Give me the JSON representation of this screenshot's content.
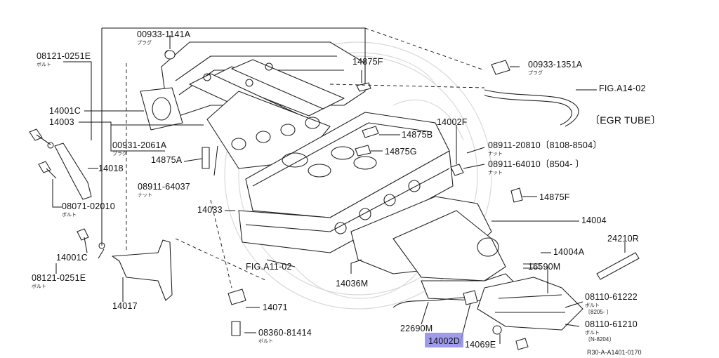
{
  "labels": {
    "p_0093311141A": "00933-1141A",
    "p_0093311141A_sub": "プラグ",
    "p_0812102511E_top": "08121-0251E",
    "p_0812102511E_top_sub": "ボルト",
    "p_14875F_top": "14875F",
    "p_0093313511A": "00933-1351A",
    "p_0093313511A_sub": "プラグ",
    "fig_a14": "FIG.A14-02",
    "egr_tube": "〔EGR TUBE〕",
    "p_14001C_top": "14001C",
    "p_14003": "14003",
    "p_0093120611A": "00931-2061A",
    "p_0093120611A_sub": "プラグ",
    "p_14875B": "14875B",
    "p_14875G": "14875G",
    "p_14002F": "14002F",
    "p_14875A": "14875A",
    "p_14018": "14018",
    "p_0891120810": "08911-20810〔8108-8504〕",
    "p_0891120810_sub": "ナット",
    "p_0891164010": "08911-64010〔8504-  〕",
    "p_0891164010_sub": "ナット",
    "p_0891164037": "08911-64037",
    "p_0891164037_sub": "ナット",
    "p_14875F_right": "14875F",
    "p_0807102010": "08071-02010",
    "p_0807102010_sub": "ボルト",
    "p_14033": "14033",
    "p_14004": "14004",
    "p_24210R": "24210R",
    "p_14001C_bottom": "14001C",
    "p_14004A": "14004A",
    "p_0812102511E_bottom": "08121-0251E",
    "p_0812102511E_bottom_sub": "ボルト",
    "fig_a11": "FIG.A11-02",
    "p_16590M": "16590M",
    "p_14036M": "14036M",
    "p_0811061222": "08110-61222",
    "p_0811061222_sub": "ボルト",
    "p_0811061222_note": "〔8205-    〕",
    "p_14017": "14017",
    "p_14071": "14071",
    "p_22690M": "22690M",
    "p_0811061210": "08110-61210",
    "p_0811061210_sub": "ボルト",
    "p_0811061210_note": "〔N-8204〕",
    "p_0836081414": "08360-81414",
    "p_0836081414_sub": "ボルト",
    "p_14002D": "14002D",
    "p_14069E": "14069E",
    "diagram_id": "R30-A-A1401-0170"
  },
  "highlight": {
    "color": "#8d8ae6",
    "part": "14002D"
  }
}
